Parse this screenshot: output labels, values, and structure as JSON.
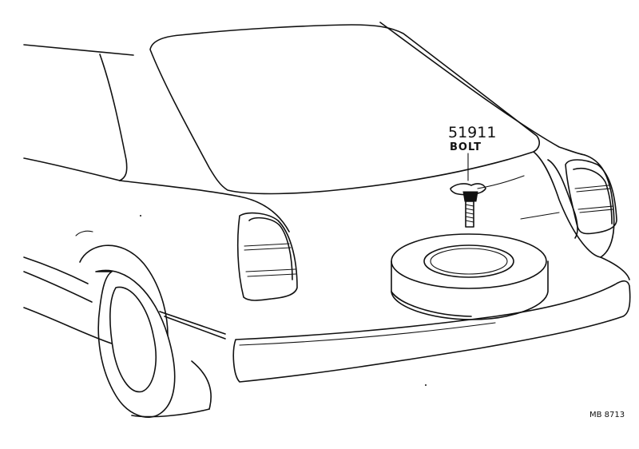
{
  "callout": {
    "part_number": "51911",
    "part_name": "BOLT"
  },
  "footer": {
    "drawing_code": "MB 8713"
  },
  "colors": {
    "line": "#111111",
    "background": "#ffffff"
  }
}
